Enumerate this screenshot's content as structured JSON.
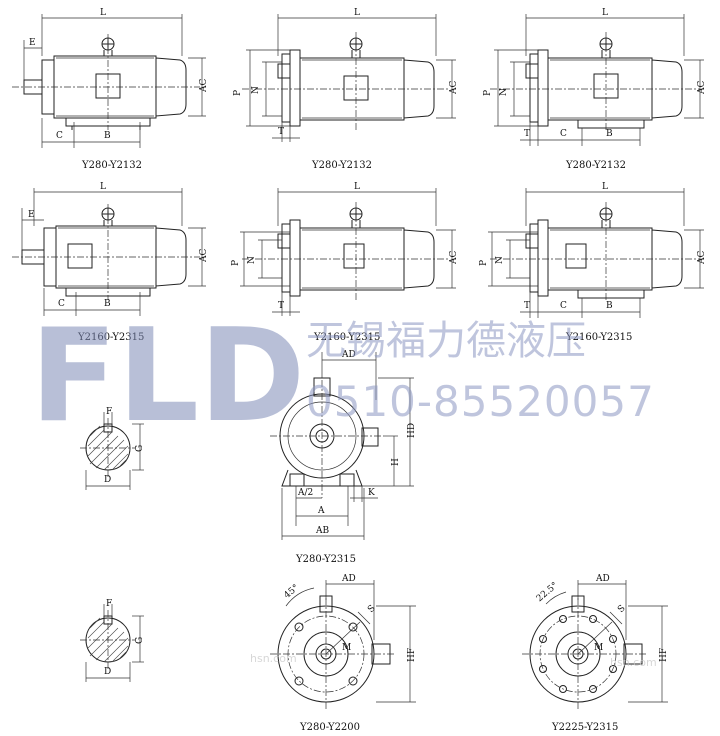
{
  "views": {
    "r1c1": {
      "caption": "Y280-Y2132",
      "L": "L",
      "E": "E",
      "AC": "AC",
      "C": "C",
      "B": "B"
    },
    "r1c2": {
      "caption": "Y280-Y2132",
      "L": "L",
      "P": "P",
      "N": "N",
      "T": "T",
      "AC": "AC"
    },
    "r1c3": {
      "caption": "Y280-Y2132",
      "L": "L",
      "P": "P",
      "N": "N",
      "T": "T",
      "C": "C",
      "B": "B",
      "AC": "AC"
    },
    "r2c1": {
      "caption": "Y2160-Y2315",
      "L": "L",
      "E": "E",
      "AC": "AC",
      "C": "C",
      "B": "B"
    },
    "r2c2": {
      "caption": "Y2160-Y2315",
      "L": "L",
      "P": "P",
      "N": "N",
      "T": "T",
      "AC": "AC"
    },
    "r2c3": {
      "caption": "Y2160-Y2315",
      "L": "L",
      "P": "P",
      "N": "N",
      "T": "T",
      "C": "C",
      "B": "B",
      "AC": "AC"
    }
  },
  "end_view_foot": {
    "caption": "Y280-Y2315",
    "AD": "AD",
    "HD": "HD",
    "H": "H",
    "K": "K",
    "A_half": "A/2",
    "A": "A",
    "AB": "AB"
  },
  "end_view_flange_1": {
    "caption": "Y280-Y2200",
    "angle": "45°",
    "AD": "AD",
    "S": "S",
    "M": "M",
    "HF": "HF"
  },
  "end_view_flange_2": {
    "caption": "Y2225-Y2315",
    "angle": "22.5°",
    "AD": "AD",
    "S": "S",
    "M": "M",
    "HF": "HF"
  },
  "shaft_section_1": {
    "F": "F",
    "G": "G",
    "D": "D"
  },
  "shaft_section_2": {
    "F": "F",
    "G": "G",
    "D": "D"
  },
  "watermark": {
    "brand": "FLD",
    "company": "无锡福力德液压",
    "phone": "0510-85520057",
    "small_1": "hsn.com",
    "small_2": "hsn.com"
  }
}
